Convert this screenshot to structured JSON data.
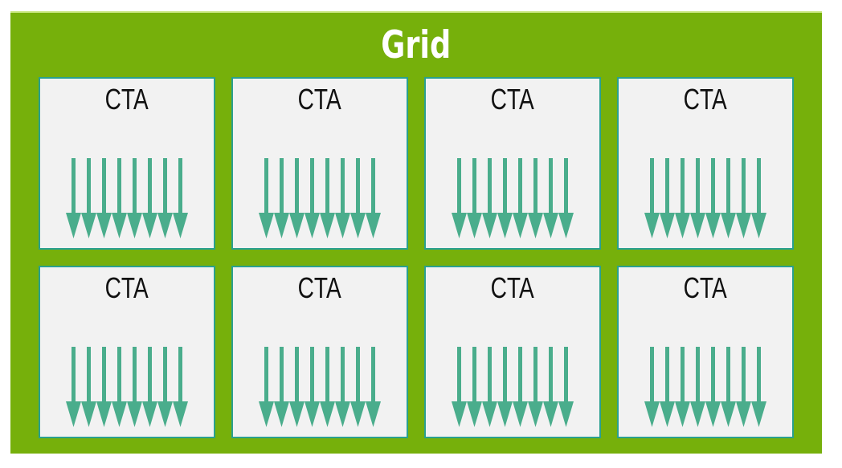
{
  "diagram": {
    "title": "Grid",
    "boxes": [
      {
        "label": "CTA",
        "thread_arrows": 8
      },
      {
        "label": "CTA",
        "thread_arrows": 8
      },
      {
        "label": "CTA",
        "thread_arrows": 8
      },
      {
        "label": "CTA",
        "thread_arrows": 8
      },
      {
        "label": "CTA",
        "thread_arrows": 8
      },
      {
        "label": "CTA",
        "thread_arrows": 8
      },
      {
        "label": "CTA",
        "thread_arrows": 8
      },
      {
        "label": "CTA",
        "thread_arrows": 8
      }
    ],
    "columns": 4,
    "rows": 2
  },
  "icons": {
    "thread_arrow": "down-arrow-icon"
  },
  "colors": {
    "canvas_background": "#FFFFFF",
    "grid_background": "#76B00B",
    "grid_top_highlight": "#C8E67E",
    "box_background": "#F2F2F2",
    "box_border": "#2AA08F",
    "arrow": "#4AAD8C",
    "title_text": "#FFFFFF",
    "box_label_text": "#111111"
  }
}
